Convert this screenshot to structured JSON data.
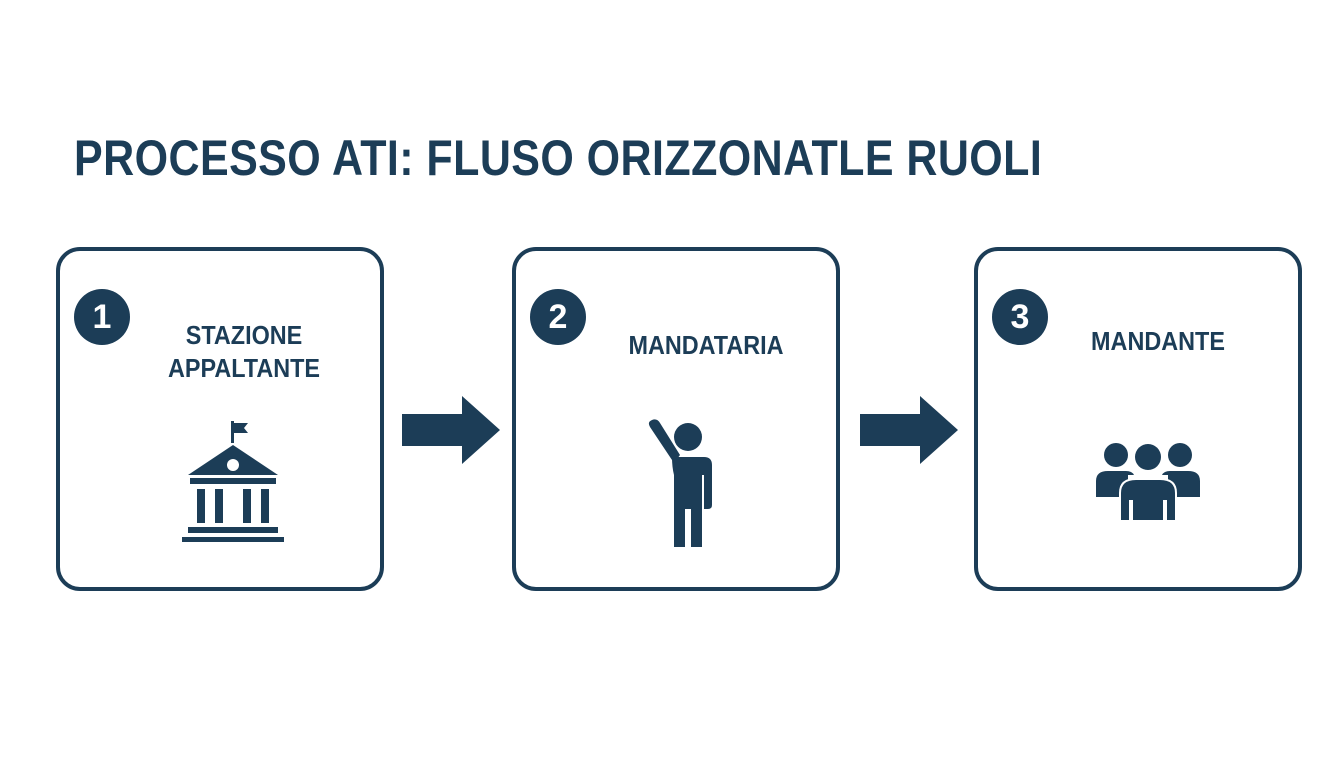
{
  "title": "PROCESSO ATI: FLUSO ORIZZONATLE RUOLI",
  "colors": {
    "primary": "#1c3d57",
    "background": "#ffffff"
  },
  "steps": [
    {
      "number": "1",
      "label": "STAZIONE APPALTANTE",
      "icon": "government-building-icon"
    },
    {
      "number": "2",
      "label": "MANDATARIA",
      "icon": "person-raising-hand-icon"
    },
    {
      "number": "3",
      "label": "MANDANTE",
      "icon": "group-of-people-icon"
    }
  ],
  "connectors": [
    {
      "from": "1",
      "to": "2",
      "icon": "right-arrow-icon"
    },
    {
      "from": "2",
      "to": "3",
      "icon": "right-arrow-icon"
    }
  ]
}
